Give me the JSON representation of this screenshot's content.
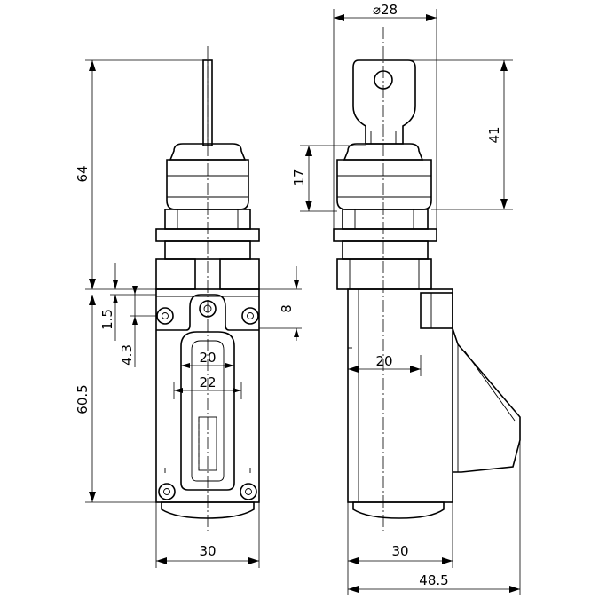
{
  "dimensions": {
    "height_total": "64",
    "height_lower": "60.5",
    "offset_small": "1.5",
    "offset_hole": "4.3",
    "slot_inner": "20",
    "slot_outer": "22",
    "hole_spacing": "8",
    "front_width": "30",
    "side_depth_inner": "20",
    "side_depth": "30",
    "overall_depth": "48.5",
    "cap_diameter": "⌀28",
    "key_length": "41",
    "cap_height": "17"
  }
}
